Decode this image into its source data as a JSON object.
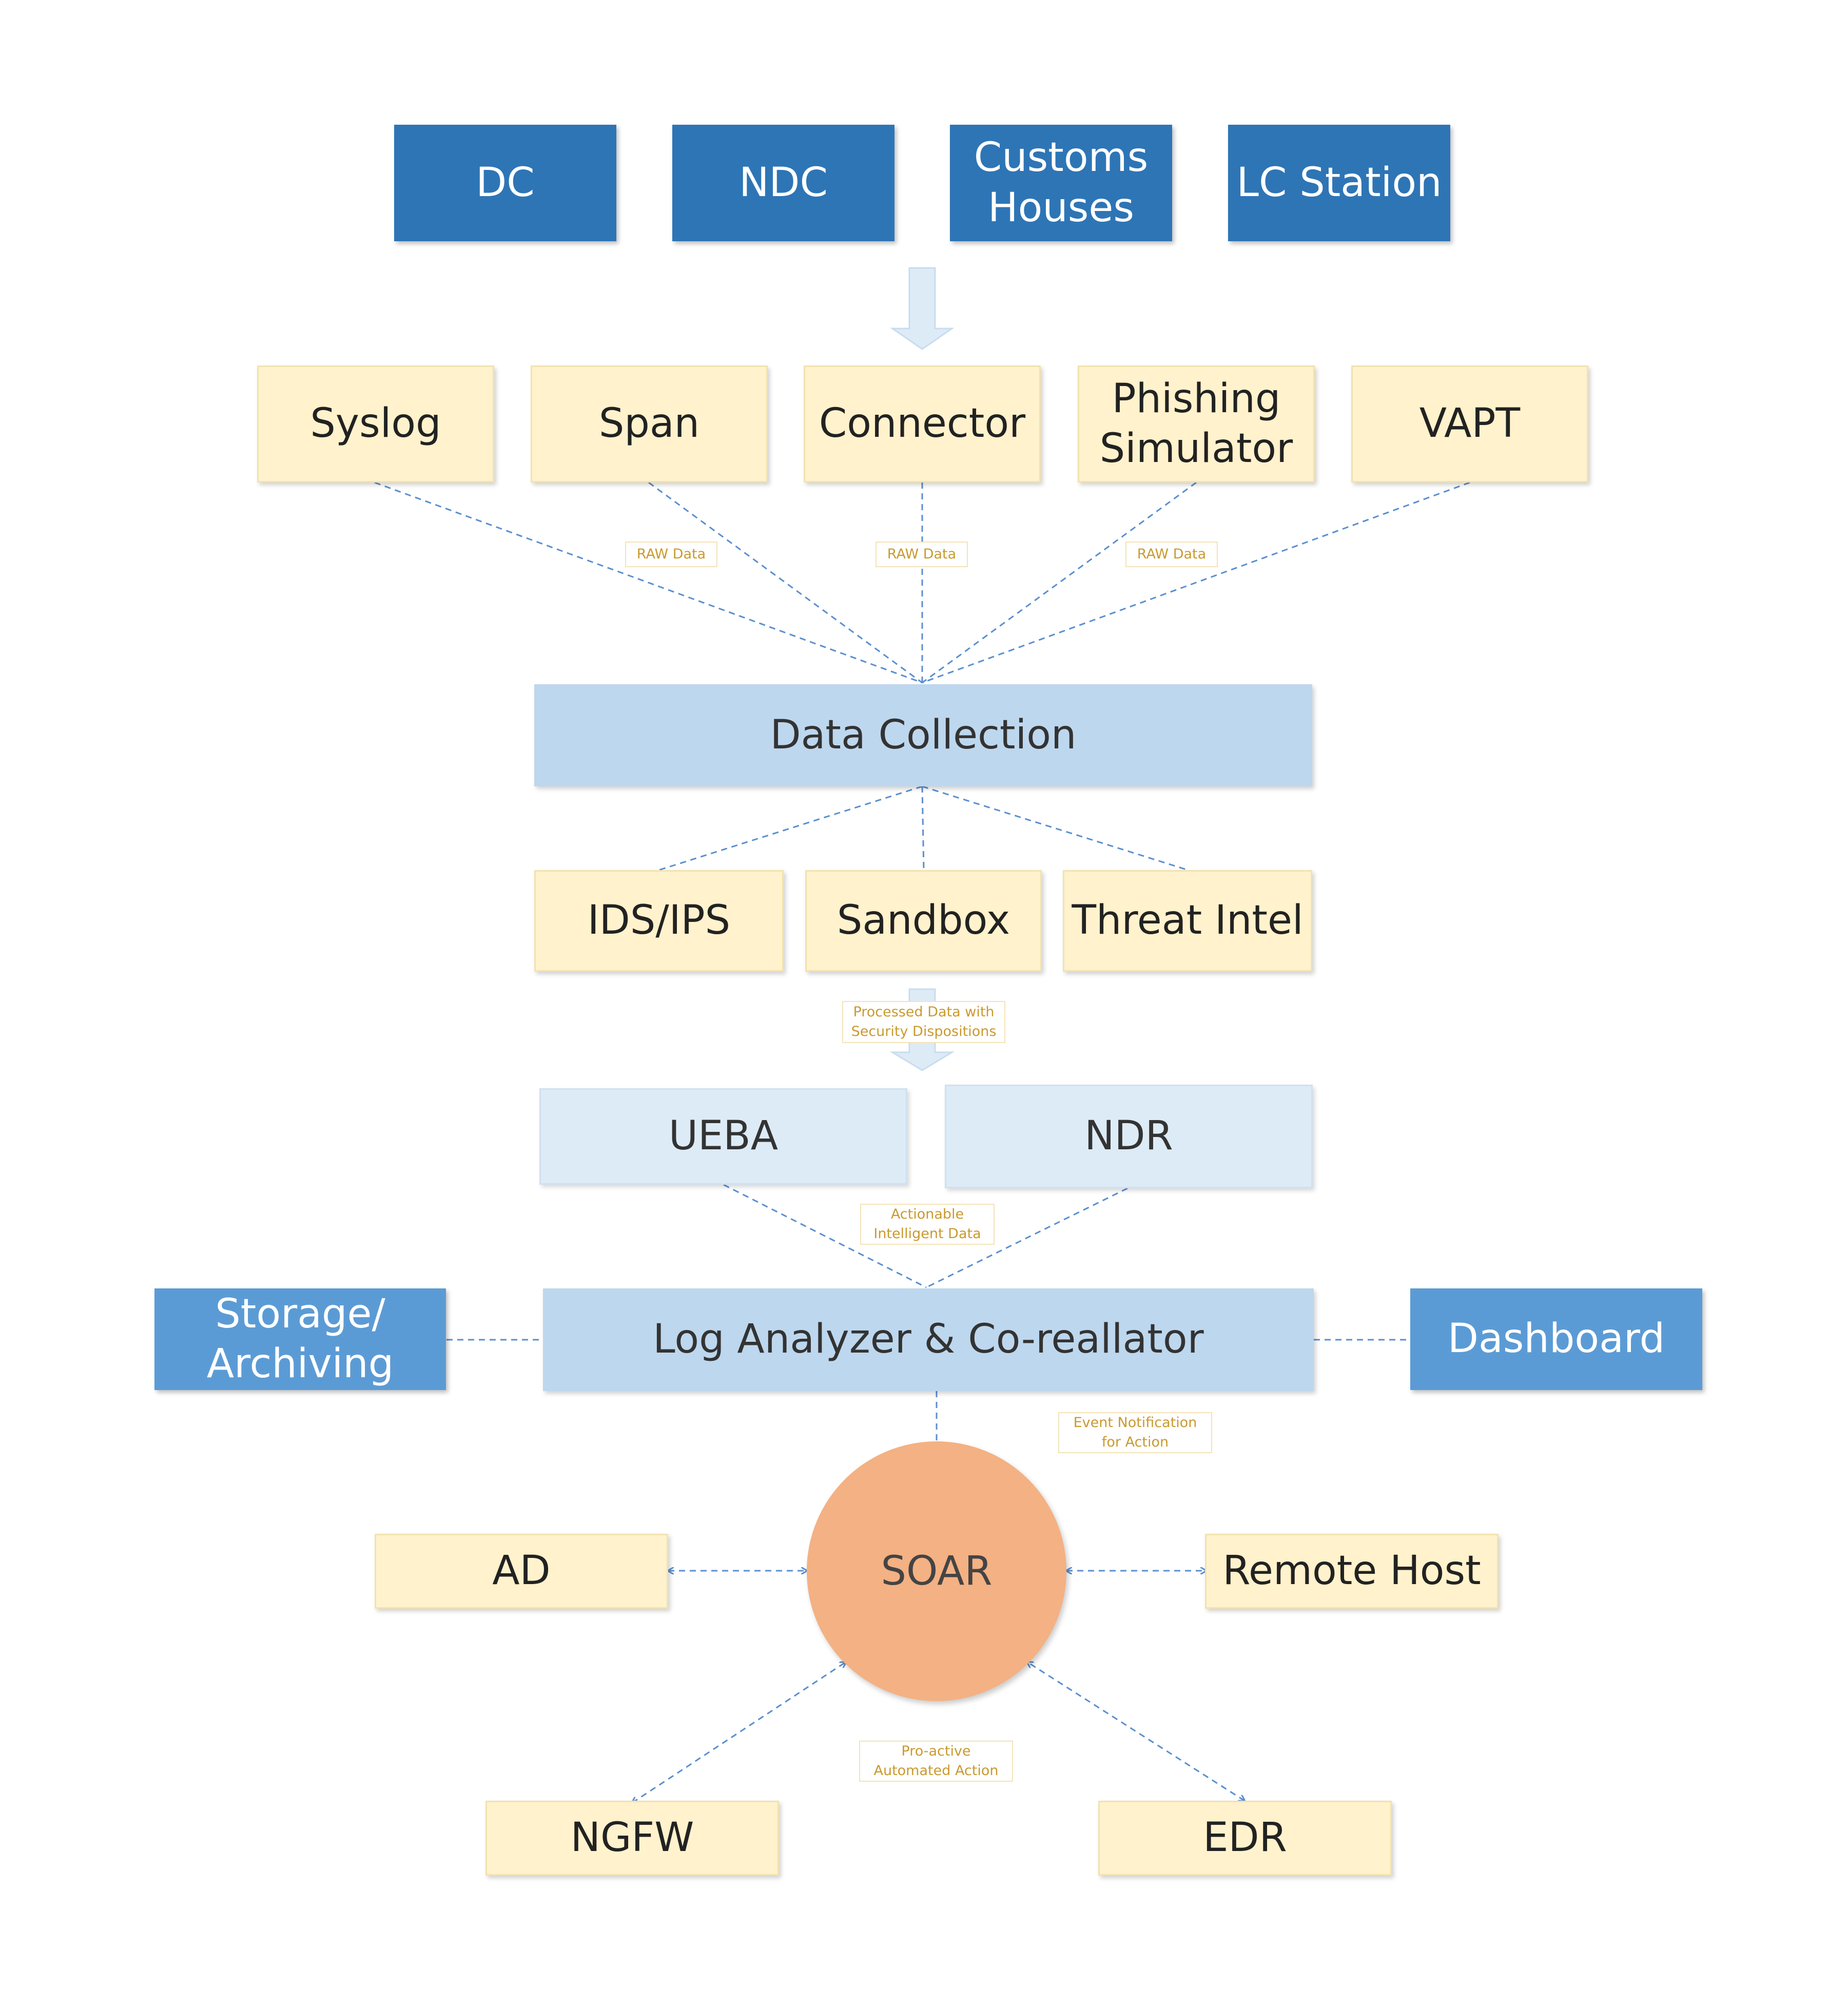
{
  "colors": {
    "dark_blue": "#2e75b6",
    "mid_blue": "#5b9bd5",
    "light_blue": "#bdd7ee",
    "pale_blue": "#ddebf7",
    "yellow": "#fff2cc",
    "soar_orange": "#f4b183",
    "connector": "#5b8fd0",
    "label_text": "#c99a2e"
  },
  "sources": [
    {
      "label": "DC"
    },
    {
      "label": "NDC"
    },
    {
      "label_line1": "Customs",
      "label_line2": "Houses"
    },
    {
      "label": "LC Station"
    }
  ],
  "inputs": [
    {
      "label": "Syslog"
    },
    {
      "label": "Span"
    },
    {
      "label": "Connector"
    },
    {
      "label_line1": "Phishing",
      "label_line2": "Simulator"
    },
    {
      "label": "VAPT"
    }
  ],
  "raw_labels": [
    "RAW Data",
    "RAW Data",
    "RAW Data"
  ],
  "data_collection": {
    "label": "Data Collection"
  },
  "processing": [
    {
      "label": "IDS/IPS"
    },
    {
      "label": "Sandbox"
    },
    {
      "label": "Threat Intel"
    }
  ],
  "processed_label": {
    "line1": "Processed Data  with",
    "line2": "Security Dispositions"
  },
  "analytics": [
    {
      "label": "UEBA"
    },
    {
      "label": "NDR"
    }
  ],
  "actionable_label": {
    "line1": "Actionable",
    "line2": "Intelligent Data"
  },
  "log_analyzer": {
    "label": "Log Analyzer & Co-reallator"
  },
  "storage": {
    "line1": "Storage/",
    "line2": "Archiving"
  },
  "dashboard": {
    "label": "Dashboard"
  },
  "event_label": {
    "line1": "Event Notification",
    "line2": "for Action"
  },
  "soar": {
    "label": "SOAR"
  },
  "endpoints": [
    {
      "label": "AD"
    },
    {
      "label": "Remote Host"
    },
    {
      "label": "NGFW"
    },
    {
      "label": "EDR"
    }
  ],
  "proactive_label": {
    "line1": "Pro-active",
    "line2": "Automated Action"
  }
}
